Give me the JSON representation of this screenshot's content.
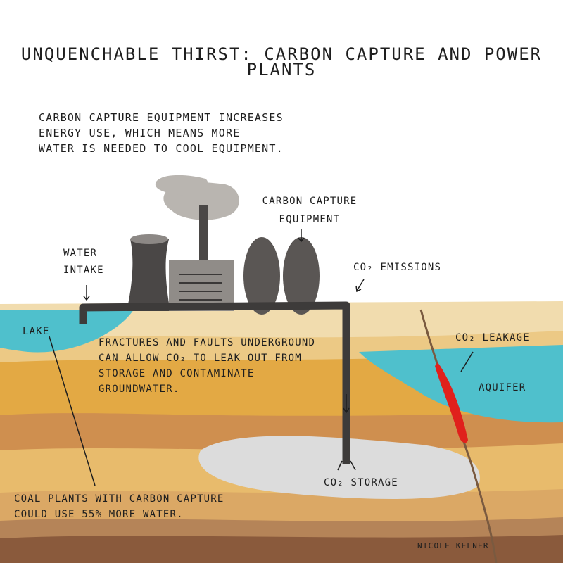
{
  "title": "UNQUENCHABLE THIRST: CARBON CAPTURE AND POWER PLANTS",
  "intro": "CARBON CAPTURE EQUIPMENT INCREASES\nENERGY USE, WHICH MEANS MORE\nWATER IS NEEDED TO COOL EQUIPMENT.",
  "labels": {
    "carbon_capture_equipment": "CARBON CAPTURE\nEQUIPMENT",
    "water_intake": "WATER\nINTAKE",
    "co2_emissions": "CO₂ EMISSIONS",
    "lake": "LAKE",
    "fractures": "FRACTURES AND FAULTS UNDERGROUND\nCAN ALLOW CO₂ TO LEAK OUT FROM\nSTORAGE AND CONTAMINATE\nGROUNDWATER.",
    "co2_leakage": "CO₂ LEAKAGE",
    "aquifer": "AQUIFER",
    "co2_storage": "CO₂ STORAGE",
    "coal_plants": "COAL PLANTS WITH CARBON CAPTURE\nCOULD USE 55% MORE WATER."
  },
  "signature": "NICOLE KELNER",
  "colors": {
    "water": "#4fc0cc",
    "leak": "#e0201c",
    "pipe": "#3d3b3a",
    "storage": "#dcdcdc",
    "soil_dark": "#8a5a3c"
  }
}
